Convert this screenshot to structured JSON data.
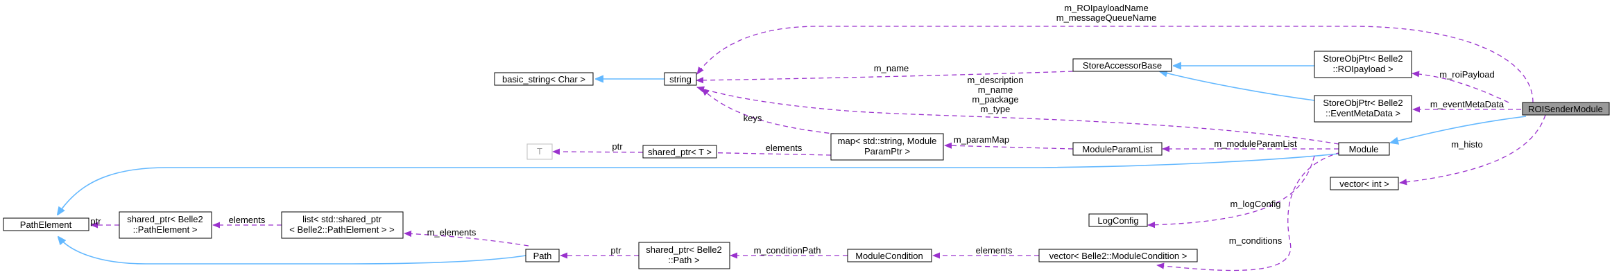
{
  "diagram": {
    "nodes": {
      "roisender": "ROISenderModule",
      "storeobj_roi_1": "StoreObjPtr< Belle2",
      "storeobj_roi_2": "::ROIpayload >",
      "storeobj_evt_1": "StoreObjPtr< Belle2",
      "storeobj_evt_2": "::EventMetaData >",
      "storeaccessor": "StoreAccessorBase",
      "string": "string",
      "basic_string": "basic_string< Char >",
      "module": "Module",
      "vector_int": "vector< int >",
      "moduleparamlist": "ModuleParamList",
      "map_1": "map< std::string, Module",
      "map_2": "ParamPtr >",
      "shared_ptr_t": "shared_ptr< T >",
      "t": "T",
      "pathelement": "PathElement",
      "shared_ptr_pe_1": "shared_ptr< Belle2",
      "shared_ptr_pe_2": "::PathElement >",
      "list_1": "list< std::shared_ptr",
      "list_2": "< Belle2::PathElement > >",
      "logconfig": "LogConfig",
      "path": "Path",
      "shared_ptr_path_1": "shared_ptr< Belle2",
      "shared_ptr_path_2": "::Path >",
      "modulecondition": "ModuleCondition",
      "vector_modcond": "vector< Belle2::ModuleCondition >"
    },
    "edge_labels": {
      "roipayloadname": "m_ROIpayloadName",
      "messagequeuename": "m_messageQueueName",
      "m_name": "m_name",
      "m_description": "m_description",
      "m_name2": "m_name",
      "m_package": "m_package",
      "m_type": "m_type",
      "keys": "keys",
      "m_roipayload": "m_roiPayload",
      "m_eventmetadata": "m_eventMetaData",
      "m_histo": "m_histo",
      "m_modparamlist": "m_moduleParamList",
      "m_parammap": "m_paramMap",
      "elements_map": "elements",
      "ptr_t": "ptr",
      "ptr_pe": "ptr",
      "elements_list": "elements",
      "m_elements": "m_elements",
      "ptr_path": "ptr",
      "m_conditionpath": "m_conditionPath",
      "elements_cond": "elements",
      "m_logconfig": "m_logConfig",
      "m_conditions": "m_conditions"
    },
    "colors": {
      "inheritance_edge": "#63b8ff",
      "usage_edge": "#9a32cd",
      "focus_node_fill": "#9a9a9a",
      "node_border": "#000000"
    }
  }
}
